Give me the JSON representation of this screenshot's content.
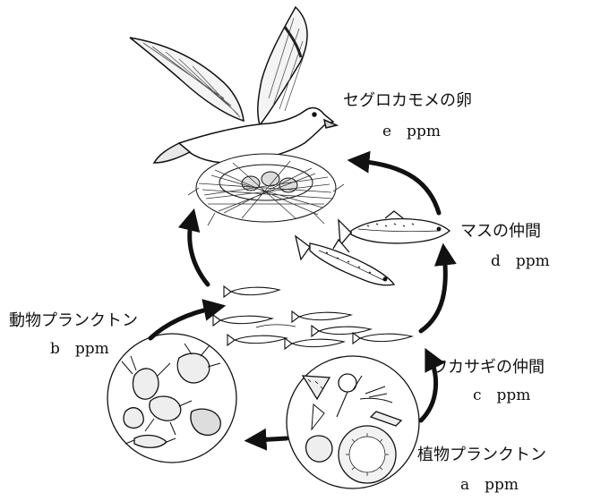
{
  "nodes": {
    "gull_eggs": {
      "name": "セグロカモメの卵",
      "value": "e　ppm"
    },
    "trout": {
      "name": "マスの仲間",
      "value": "d　ppm"
    },
    "smelt": {
      "name": "ワカサギの仲間",
      "value": "c　ppm"
    },
    "zooplankton": {
      "name": "動物プランクトン",
      "value": "b　ppm"
    },
    "phytoplankton": {
      "name": "植物プランクトン",
      "value": "a　ppm"
    }
  },
  "colors": {
    "ink": "#111111",
    "background": "#ffffff"
  },
  "icons": [
    "seagull-icon",
    "nest-with-eggs-icon",
    "trout-icon",
    "smelt-school-icon",
    "zooplankton-icon",
    "phytoplankton-icon",
    "arrow-icon"
  ]
}
